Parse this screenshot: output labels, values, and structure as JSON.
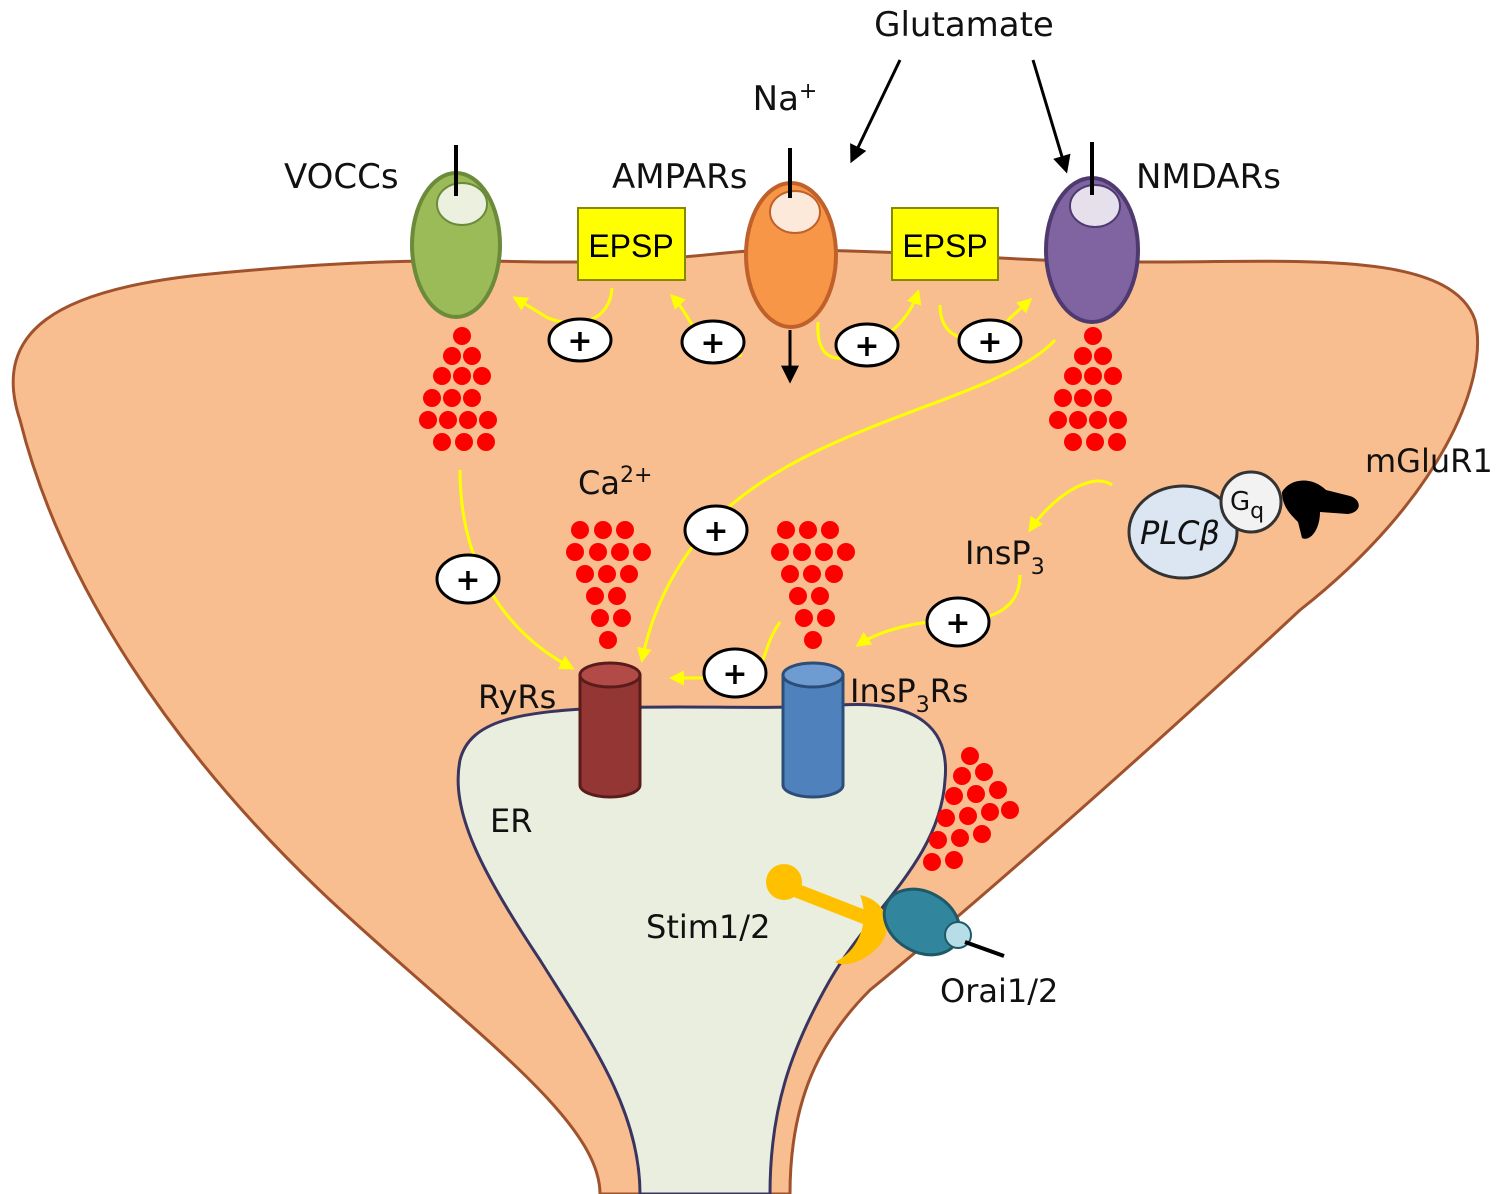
{
  "labels": {
    "glutamate": "Glutamate",
    "na": "Na",
    "na_sup": "+",
    "voccs": "VOCCs",
    "ampars": "AMPARs",
    "nmdars": "NMDARs",
    "epsp_1": "EPSP",
    "epsp_2": "EPSP",
    "ca": "Ca",
    "ca_sup": "2+",
    "mglur1": "mGluR1",
    "plc": "PLC",
    "plc_beta": "β",
    "gq": "G",
    "gq_sub": "q",
    "insp3": "InsP",
    "insp3_sub": "3",
    "ryrs": "RyRs",
    "insp3rs_a": "InsP",
    "insp3rs_sub": "3",
    "insp3rs_b": "Rs",
    "er": "ER",
    "stim": "Stim1/2",
    "orai": "Orai1/2"
  },
  "plus_sign": "+",
  "colors": {
    "cytoplasm": "#f9be90",
    "membrane": "#a0522d",
    "er_fill": "#eaeedf",
    "er_stroke": "#3a3560",
    "calcium": "#ff0000",
    "vocc": "#9bbb59",
    "ampar": "#f79646",
    "nmdar": "#8064a2",
    "epsp_box": "#ffff00",
    "ryr": "#943634",
    "insp3r": "#4f81bd",
    "plc": "#dce6f2",
    "stim": "#ffc000",
    "orai": "#31859c",
    "signal_arrow": "#ffff00"
  }
}
